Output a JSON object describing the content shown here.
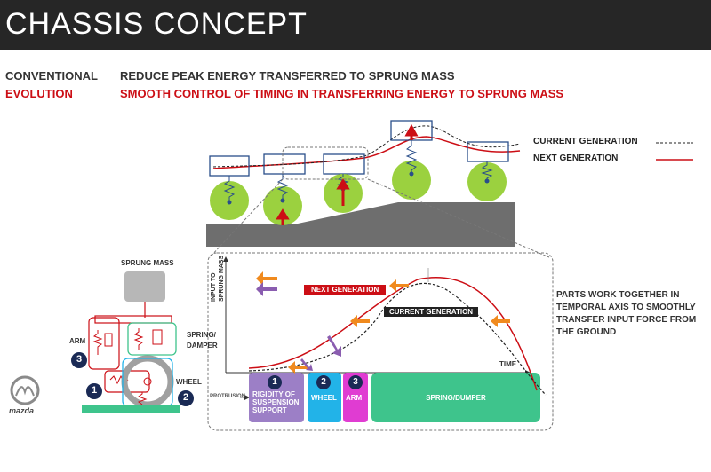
{
  "header": {
    "title": "CHASSIS CONCEPT"
  },
  "headlines": {
    "conventional_label": "CONVENTIONAL",
    "conventional_text": "REDUCE PEAK ENERGY TRANSFERRED TO SPRUNG MASS",
    "evolution_label": "EVOLUTION",
    "evolution_text": "SMOOTH CONTROL OF TIMING IN TRANSFERRING ENERGY TO SPRUNG MASS"
  },
  "legend": {
    "current_generation": "CURRENT GENERATION",
    "next_generation": "NEXT GENERATION"
  },
  "suspension": {
    "sprung_mass": "SPRUNG MASS",
    "arm": "ARM",
    "arm_number": "3",
    "spring_damper": "SPRING/\nDAMPER",
    "wheel": "WHEEL",
    "wheel_number": "2",
    "support_number": "1"
  },
  "graph": {
    "y_axis": "INPUT TO\nSPRUNG MASS",
    "x_axis": "TIME",
    "next_generation_label": "NEXT GENERATION",
    "current_generation_label": "CURRENT GENERATION",
    "protrusion": "PROTRUSION"
  },
  "phases": [
    {
      "number": "1",
      "label": "RIGIDITY OF\nSUSPENSION\nSUPPORT",
      "color": "#9c7fc6"
    },
    {
      "number": "2",
      "label": "WHEEL",
      "color": "#22b3e8"
    },
    {
      "number": "3",
      "label": "ARM",
      "color": "#e03cd2"
    },
    {
      "number": "",
      "label": "SPRING/DUMPER",
      "color": "#3ec48c"
    }
  ],
  "description": "PARTS WORK TOGETHER IN\nTEMPORAL AXIS TO SMOOTHLY\nTRANSFER INPUT FORCE FROM\nTHE GROUND",
  "brand": {
    "name": "mazda"
  },
  "colors": {
    "accent_red": "#cc0e15",
    "header_bg": "#262626",
    "wheel_green": "#9bd13f",
    "road_gray": "#6e6e6e"
  }
}
